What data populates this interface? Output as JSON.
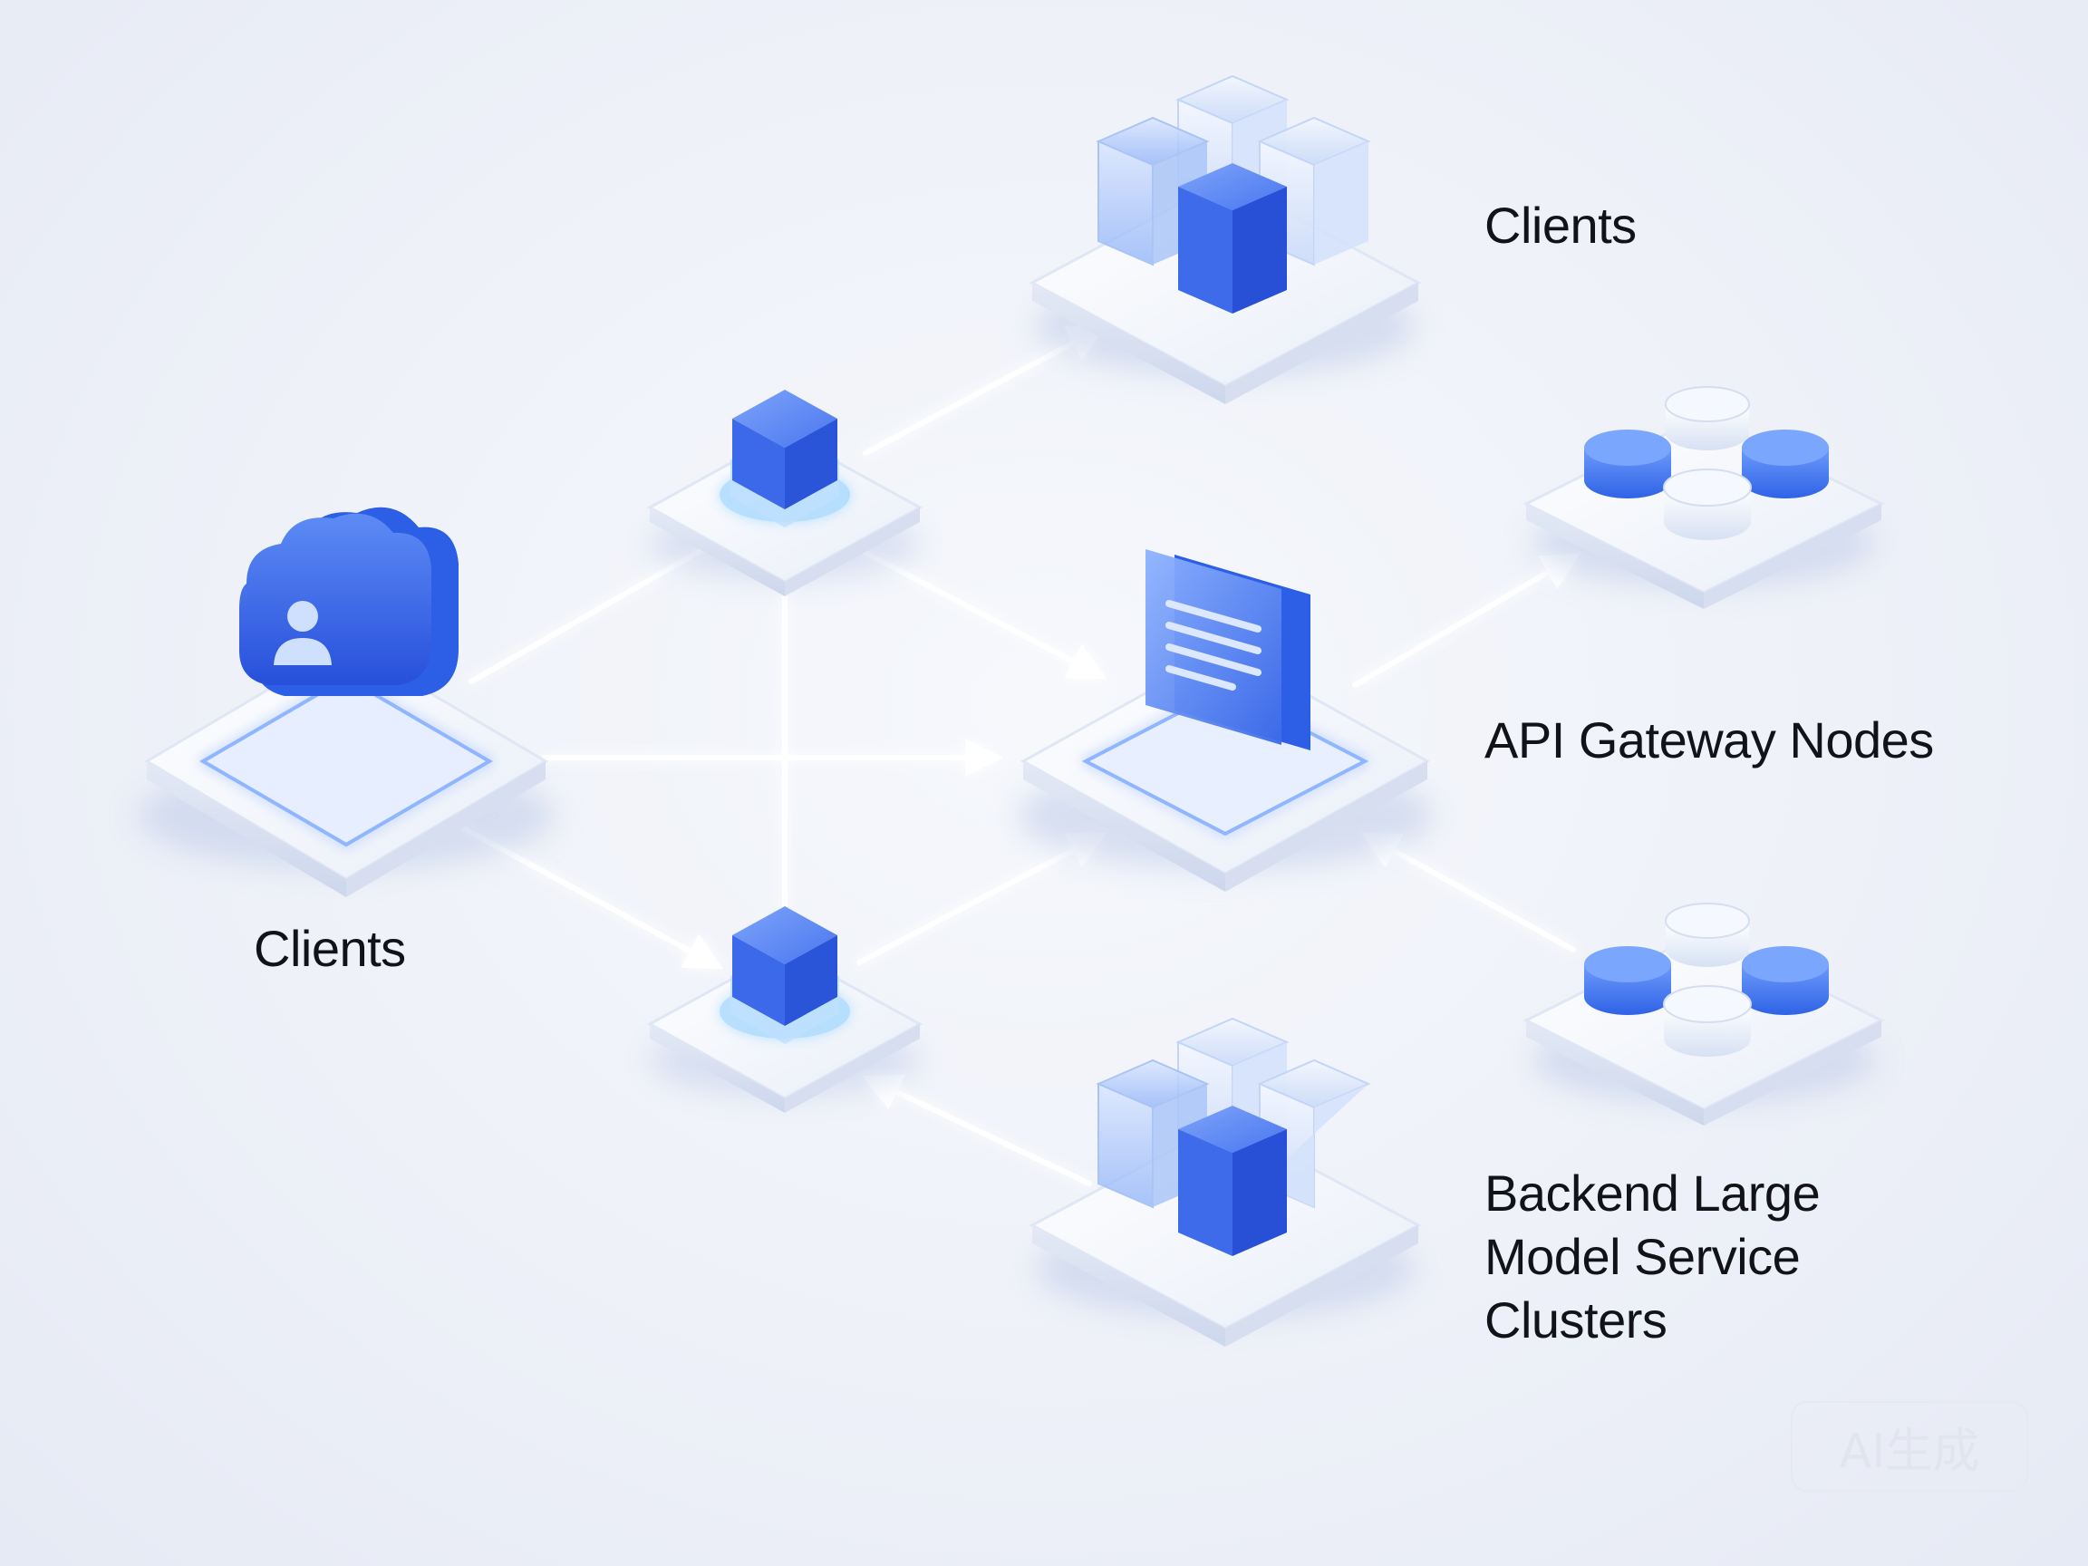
{
  "labels": {
    "clients_left": "Clients",
    "clients_top": "Clients",
    "api_gateway": "API Gateway Nodes",
    "backend_lines": [
      "Backend Large",
      "Model Service",
      "Clusters"
    ]
  },
  "watermark": "AI生成",
  "icons": {
    "client": "cloud-user-icon",
    "gateway": "cube-icon",
    "api": "document-icon",
    "database": "database-icon",
    "cluster": "cube-cluster-icon"
  },
  "colors": {
    "accent": "#2e62e8",
    "glow": "#5aa8ff",
    "platform": "#f4f6fb",
    "text": "#111318"
  }
}
